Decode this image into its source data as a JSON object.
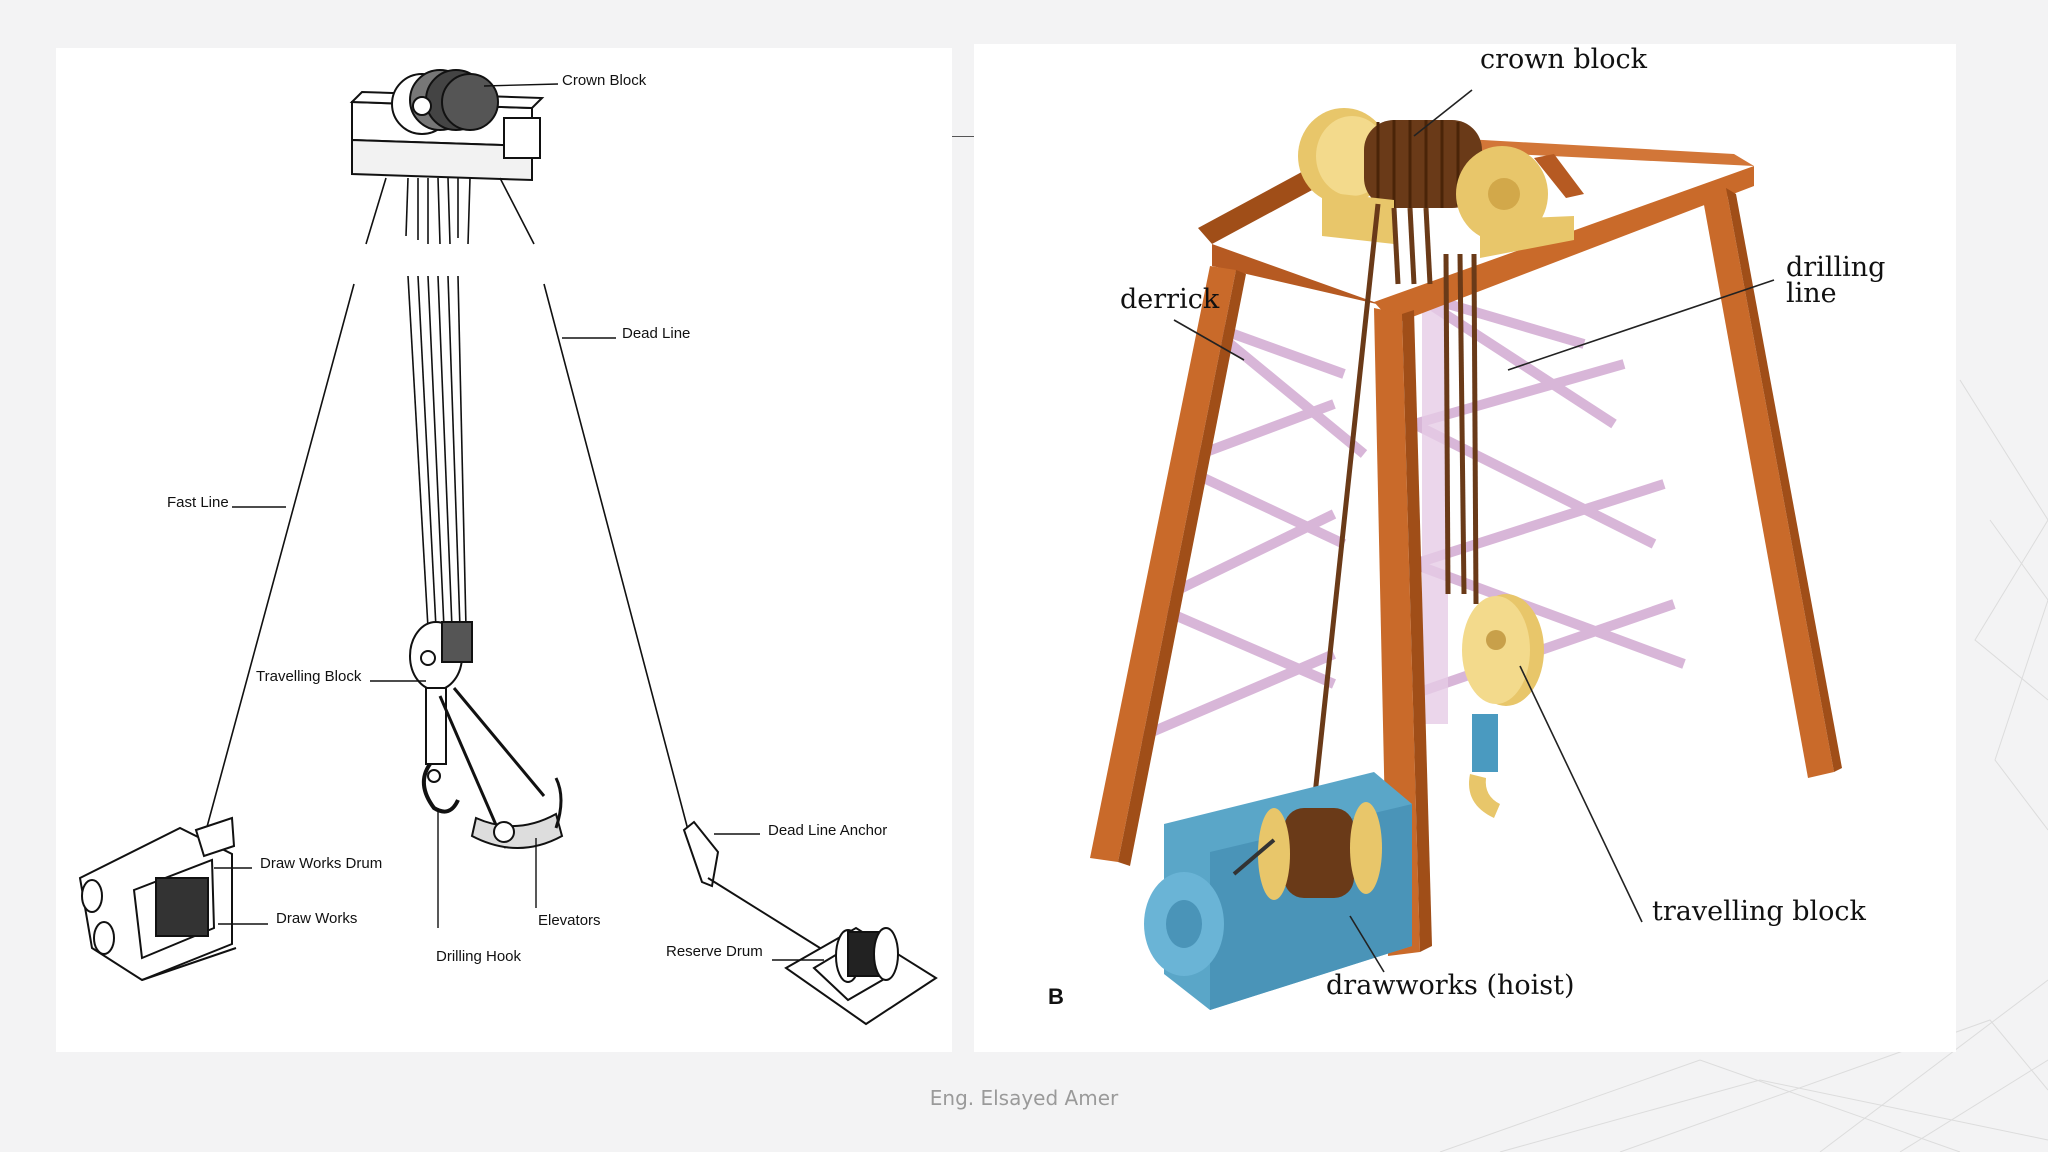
{
  "left_diagram": {
    "labels": {
      "crown_block": "Crown Block",
      "dead_line": "Dead Line",
      "fast_line": "Fast Line",
      "travelling_block": "Travelling Block",
      "draw_works_drum": "Draw Works Drum",
      "draw_works": "Draw Works",
      "drilling_hook": "Drilling Hook",
      "elevators": "Elevators",
      "dead_line_anchor": "Dead Line Anchor",
      "reserve_drum": "Reserve Drum"
    }
  },
  "right_diagram": {
    "labels": {
      "crown_block": "crown block",
      "drilling_line_1": "drilling",
      "drilling_line_2": "line",
      "derrick": "derrick",
      "travelling_block": "travelling block",
      "drawworks": "drawworks (hoist)",
      "panel_letter": "B"
    },
    "colors": {
      "derrick": "#c96a2a",
      "derrick_dark": "#a04e18",
      "bracing": "#d8b6d8",
      "sheave": "#e8c66a",
      "drum_body": "#5aa6c8",
      "cable": "#6a3a18"
    }
  },
  "footer": {
    "author": "Eng. Elsayed Amer"
  }
}
